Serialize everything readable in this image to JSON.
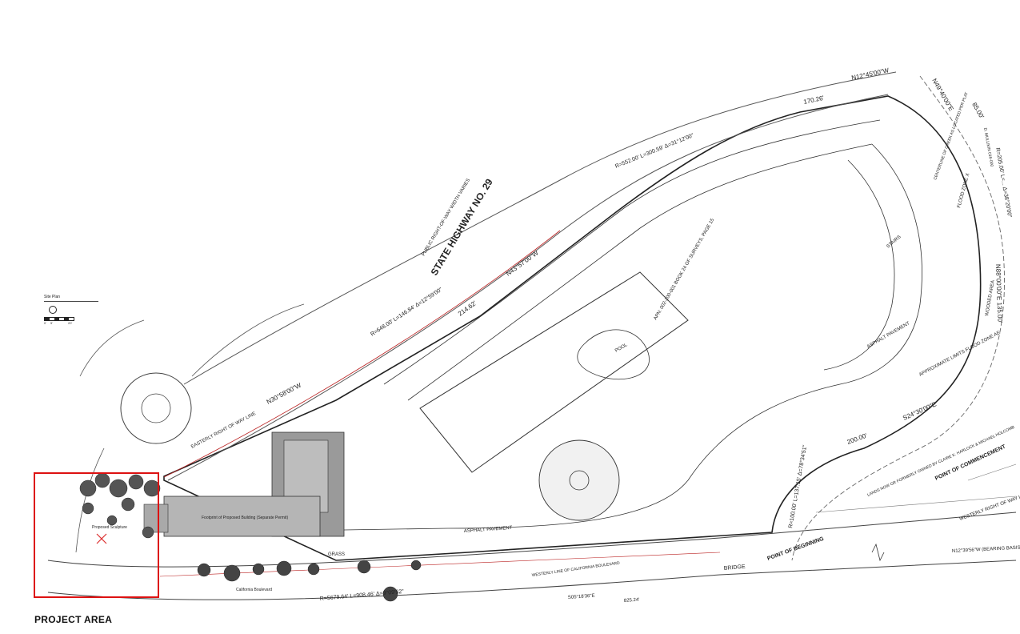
{
  "legend": {
    "title": "Site Plan",
    "ticks": [
      "0'",
      "5'",
      "20'"
    ]
  },
  "project_area": {
    "label": "PROJECT AREA",
    "building_note": "Footprint of Proposed Building (Separate Permit)",
    "sculpture_note": "Proposed Sculpture",
    "road_note": "California Boulevard"
  },
  "labels": {
    "highway": "STATE HIGHWAY NO. 29",
    "highway_sub": "PUBLIC RIGHT-OF-WAY WIDTH VARIES",
    "bearing_1": "N43°57'00\"W",
    "dist_1": "214.62'",
    "curve_1": "R=648.00' L=146.84' Δ=12°59'00\"",
    "bearing_2": "N30°58'00\"W",
    "easterly": "EASTERLY RIGHT OF WAY LINE",
    "curve_2": "R=552.00' L=300.59' Δ=31°12'00\"",
    "dist_2": "170.26'",
    "bearing_3": "N12°45'00\"W",
    "bearing_4": "N49°40'00\"E",
    "dist_4": "85.00'",
    "curve_3": "R=205.00' L=... Δ=38°20'00\"",
    "bearing_5": "N88°00'00\"E 135.00'",
    "bearing_6": "S24°30'00\"E",
    "dist_6": "200.00'",
    "curve_4": "R=100.00' L=137.15' Δ=78°34'51\"",
    "commencement": "POINT OF COMMENCEMENT",
    "beginning": "POINT OF BEGINNING",
    "bridge": "BRIDGE",
    "westerly": "WESTERLY RIGHT OF WAY LINE",
    "westerly_bearing": "N12°39'56\"W (BEARING BASIS)",
    "curve_5": "R=5679.64' L=908.46' Δ=9°09'52\"",
    "bearing_7": "S05°18'36\"E",
    "dist_7": "825.24'",
    "asphalt": "ASPHALT PAVEMENT",
    "asphalt_2": "ASPHALT PAVEMENT",
    "grass": "GRASS",
    "wooded": "WOODED AREA",
    "flood": "APPROXIMATE LIMITS FLOOD ZONE AE",
    "floodx": "FLOOD ZONE X",
    "creek": "CENTERLINE OF CREEK AS LOCATED PER PLAT",
    "apn": "APN: 002-200-001 BOOK 24 OF SURVEYS, PAGE 15",
    "pool": "POOL",
    "stairs": "STAIRS",
    "westerly_line": "WESTERLY LINE OF CALIFORNIA BOULEVARD",
    "owner_note": "LANDS NOW OR FORMERLY OWNED BY CLAIRE K. HARLOCK & MICHAEL HOLCOMB",
    "mullikin": "D. MULLIKIN 016-000"
  }
}
